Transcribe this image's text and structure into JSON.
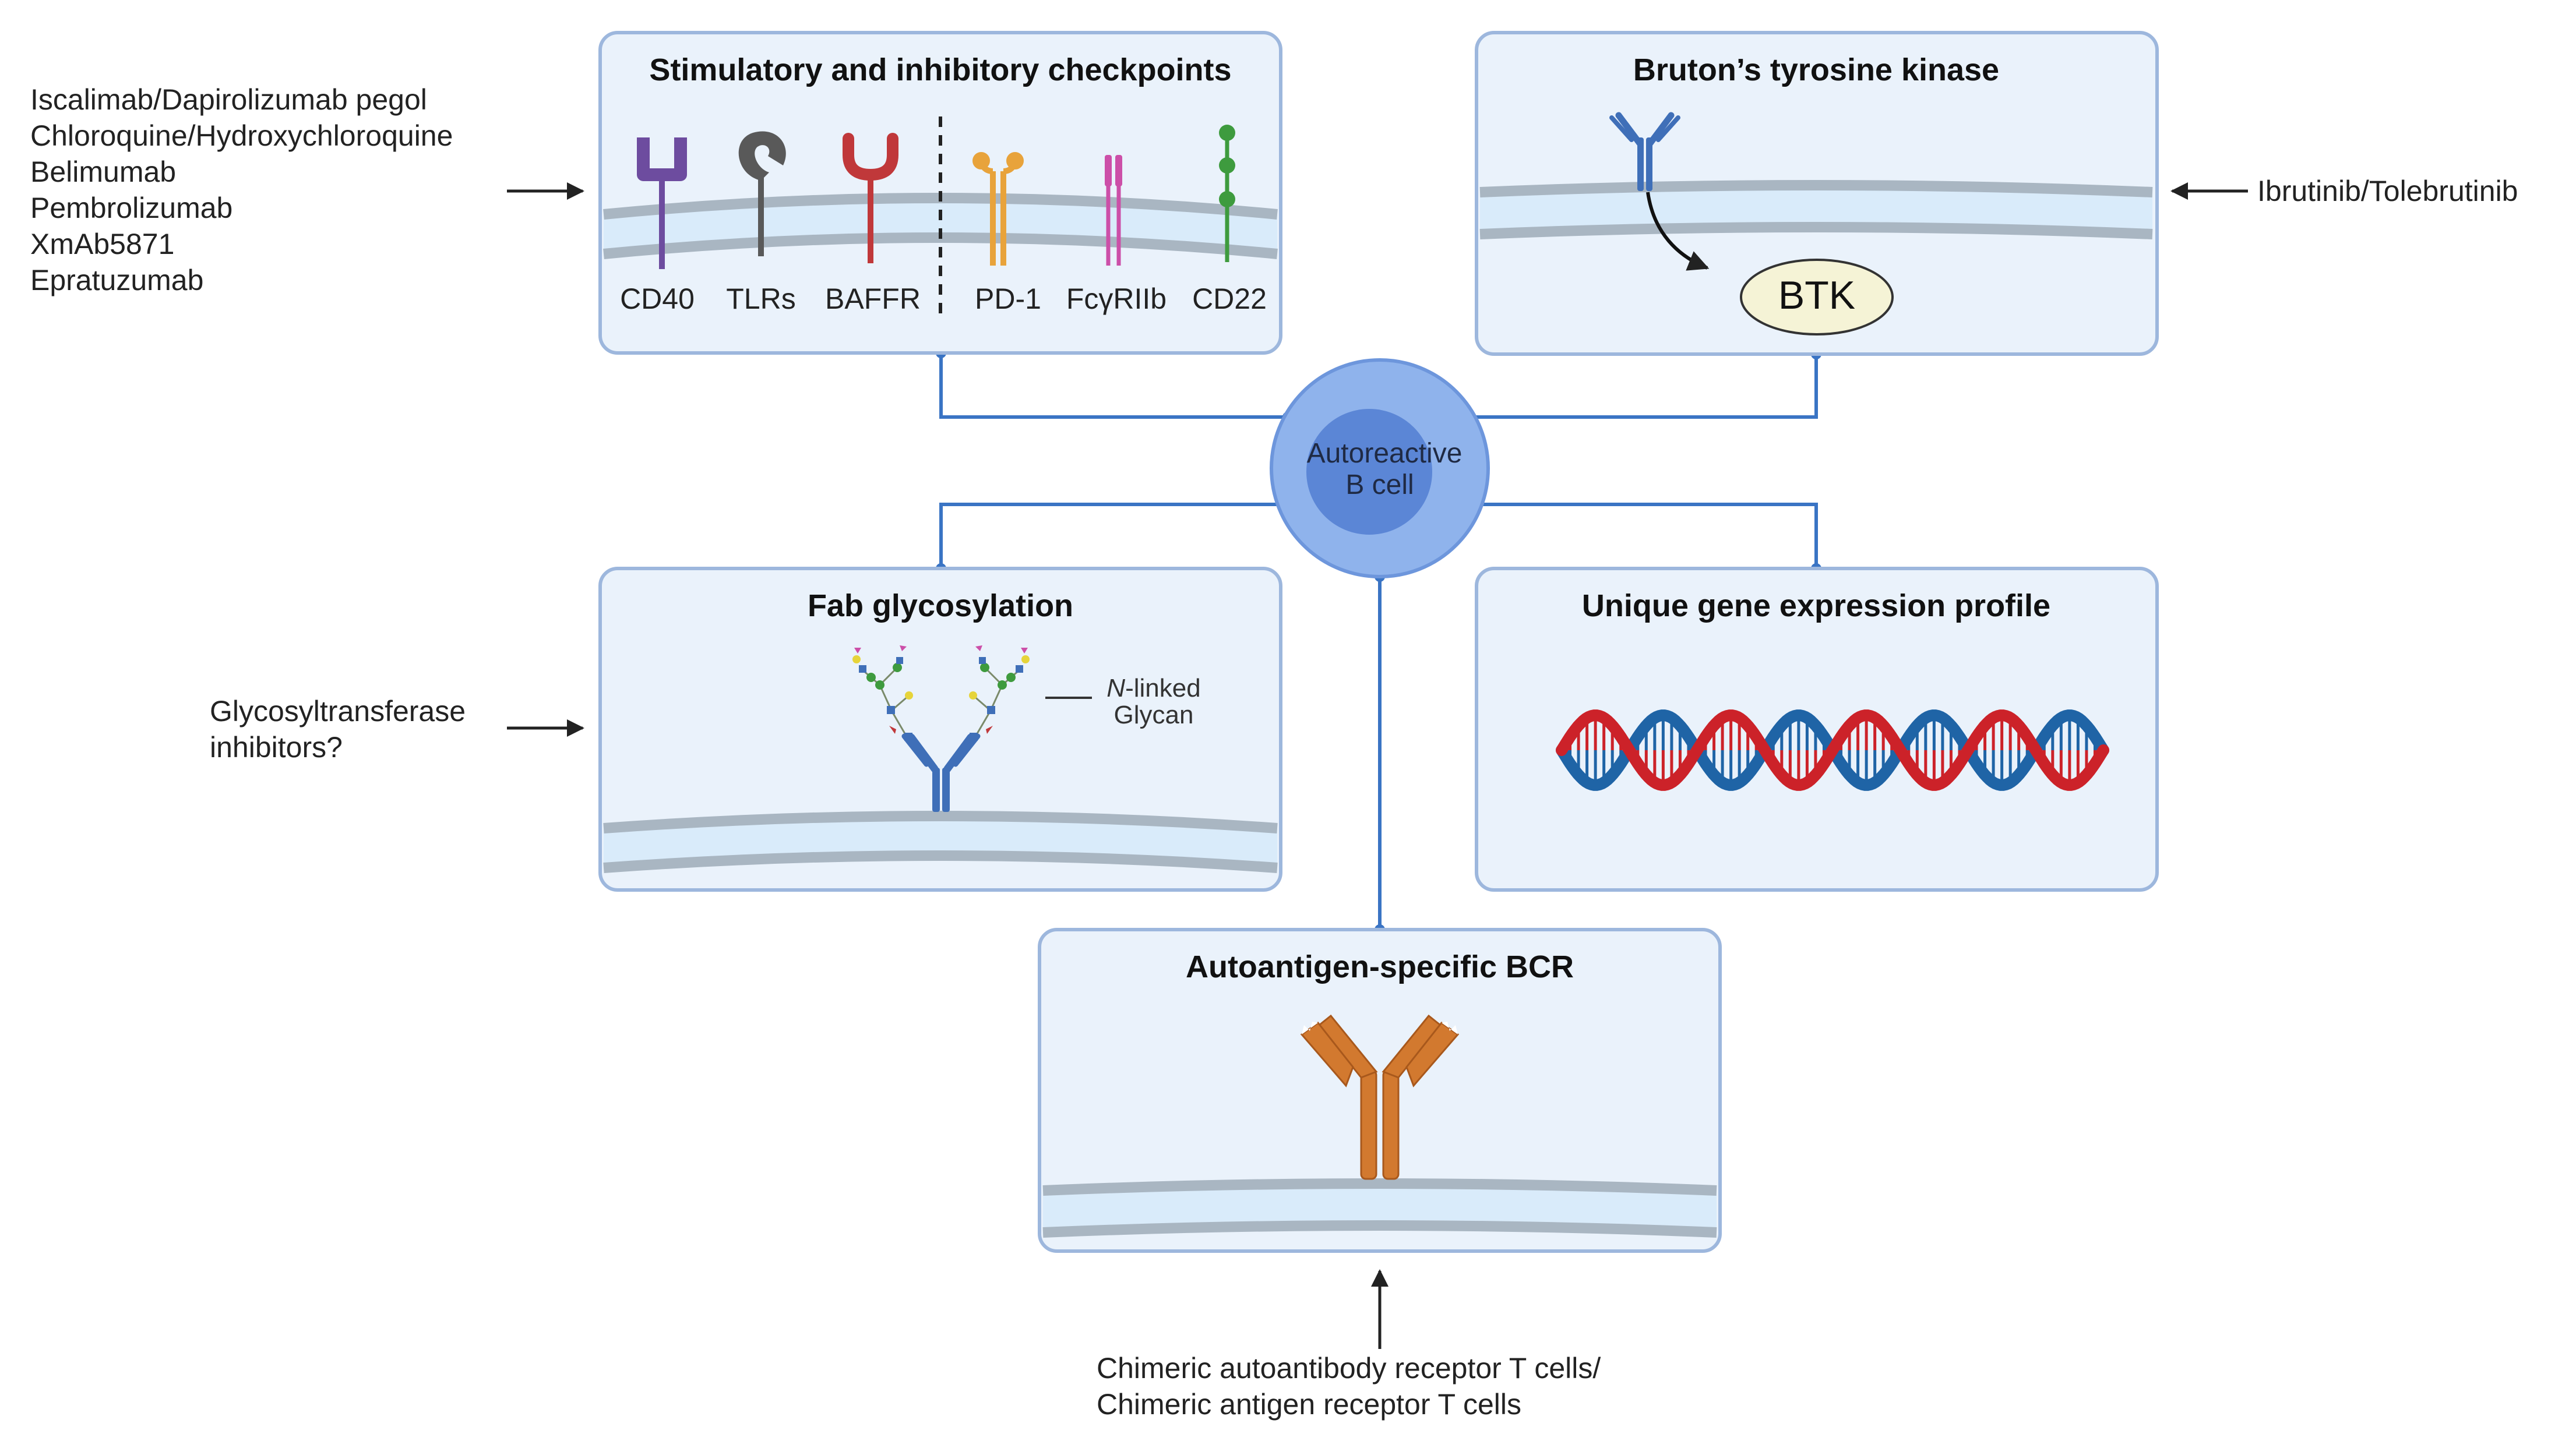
{
  "center": {
    "line1": "Autoreactive",
    "line2": "B cell"
  },
  "panels": {
    "checkpoints": {
      "title": "Stimulatory and inhibitory checkpoints",
      "receptors": [
        "CD40",
        "TLRs",
        "BAFFR",
        "PD-1",
        "FcγRIIb",
        "CD22"
      ]
    },
    "btk": {
      "title": "Bruton’s tyrosine kinase",
      "enzyme_label": "BTK"
    },
    "fab": {
      "title": "Fab glycosylation",
      "glycan_italic": "N",
      "glycan_rest": "-linked",
      "glycan_line2": "Glycan"
    },
    "gene": {
      "title": "Unique gene expression profile"
    },
    "bcr": {
      "title": "Autoantigen-specific BCR"
    }
  },
  "therapies": {
    "checkpoints": [
      "Iscalimab/Dapirolizumab pegol",
      "Chloroquine/Hydroxychloroquine",
      "Belimumab",
      "Pembrolizumab",
      "XmAb5871",
      "Epratuzumab"
    ],
    "btk": [
      "Ibrutinib/Tolebrutinib"
    ],
    "fab": [
      "Glycosyltransferase",
      "inhibitors?"
    ],
    "bcr": [
      "Chimeric autoantibody receptor T cells/",
      "Chimeric antigen receptor T cells"
    ]
  },
  "colors": {
    "panel_fill": "#eaf2fb",
    "panel_border": "#9db7dd",
    "membrane": "#a9b6c2",
    "connector": "#3a74c4",
    "cell_outer": "#8fb3ec",
    "cell_inner": "#5b86d6",
    "cd40": "#6d4c9f",
    "tlr": "#595959",
    "baffr": "#c0383a",
    "pd1": "#e8a33b",
    "fcgr": "#cc4fa8",
    "cd22": "#3e9b3e",
    "antibody_blue": "#3f6fb8",
    "bcr_orange": "#d2792f",
    "dna_red": "#cc2229",
    "dna_blue": "#1f64a6",
    "btk_fill": "#f5f3d6"
  }
}
